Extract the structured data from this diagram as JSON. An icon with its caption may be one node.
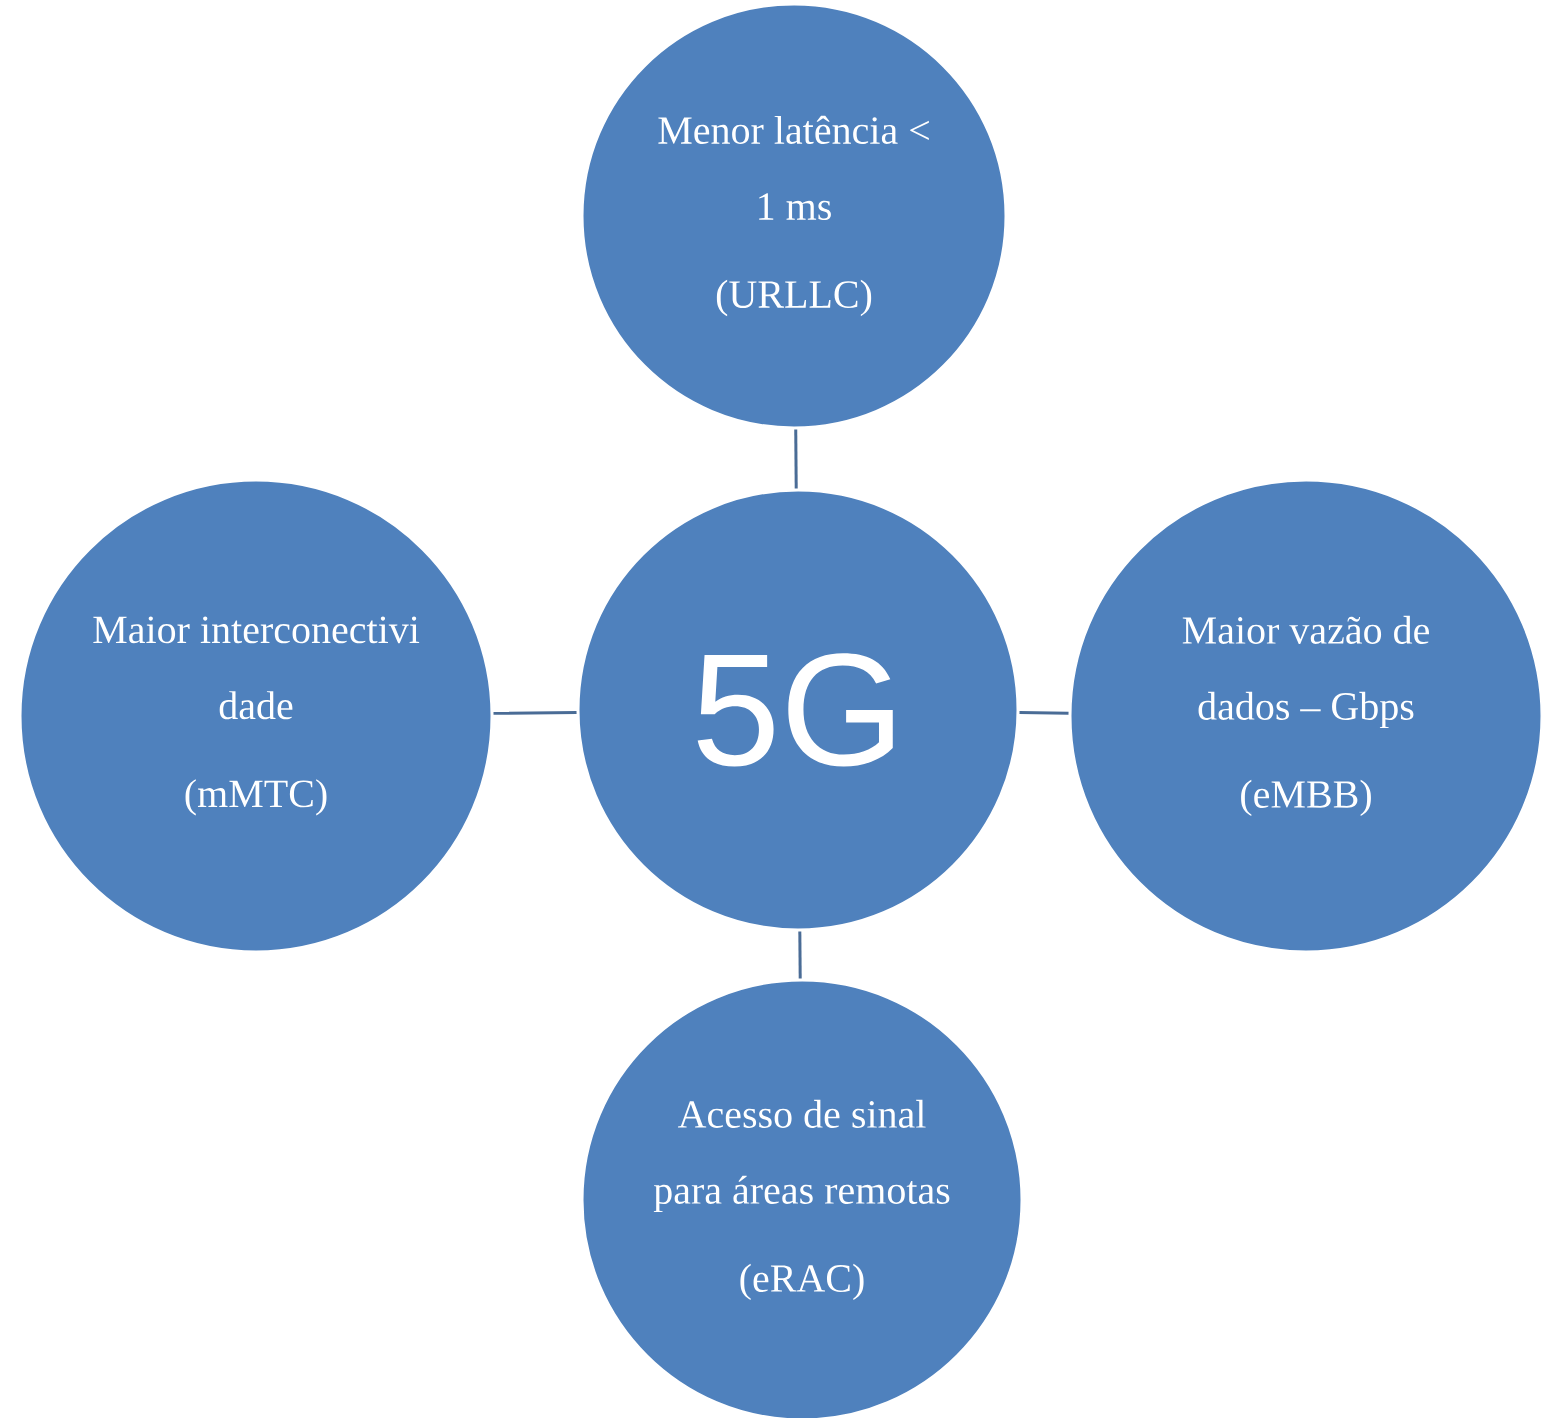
{
  "diagram": {
    "nodes": [
      {
        "text": [
          "Menor latência < 1 ms",
          "(URLLC)"
        ]
      },
      {
        "text": [
          "Maior interconectivi dade",
          "(mMTC)"
        ]
      },
      {
        "text": [
          "5G"
        ]
      },
      {
        "text": [
          "Maior vazão de dados – Gbps",
          "(eMBB)"
        ]
      },
      {
        "text": [
          "Acesso de sinal para áreas remotas",
          "(eRAC)"
        ]
      }
    ],
    "edges": [
      {
        "from": 2,
        "to": 0,
        "arrow": "none"
      },
      {
        "from": 2,
        "to": 1,
        "arrow": "none"
      },
      {
        "from": 2,
        "to": 3,
        "arrow": "none"
      },
      {
        "from": 2,
        "to": 4,
        "arrow": "none"
      }
    ]
  }
}
